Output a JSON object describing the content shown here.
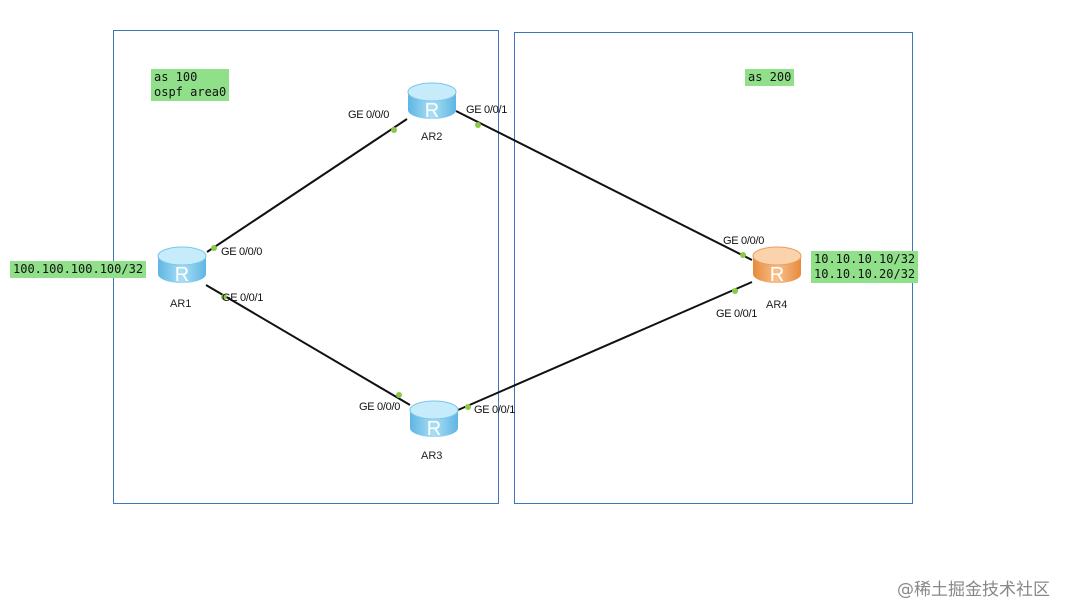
{
  "areas": [
    {
      "name": "as100"
    },
    {
      "name": "as200"
    }
  ],
  "notes": {
    "as100": "as 100\nospf area0",
    "as200": "as 200",
    "ar1_loopback": "100.100.100.100/32",
    "ar4_loopbacks": "10.10.10.10/32\n10.10.10.20/32"
  },
  "routers": {
    "ar1": "AR1",
    "ar2": "AR2",
    "ar3": "AR3",
    "ar4": "AR4",
    "glyph": "R"
  },
  "ports": {
    "ar1_g0": "GE 0/0/0",
    "ar1_g1": "GE 0/0/1",
    "ar2_g0": "GE 0/0/0",
    "ar2_g1": "GE 0/0/1",
    "ar3_g0": "GE 0/0/0",
    "ar3_g1": "GE 0/0/1",
    "ar4_g0": "GE 0/0/0",
    "ar4_g1": "GE 0/0/1"
  },
  "colors": {
    "blue_router": "#7fcbee",
    "orange_router": "#f0a060",
    "link_dot": "#8cc84b",
    "note_bg": "#90e08a",
    "box_border": "#3b78b5"
  },
  "watermark": "@稀土掘金技术社区"
}
